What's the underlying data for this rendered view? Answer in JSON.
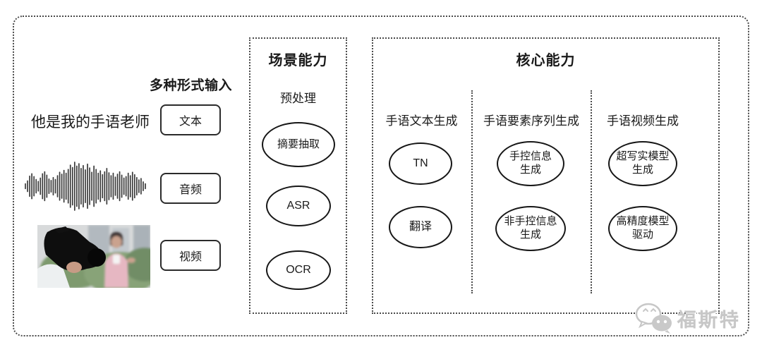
{
  "input_section": {
    "title": "多种形式输入",
    "sample_text": "他是我的手语老师",
    "types": [
      "文本",
      "音频",
      "视频"
    ]
  },
  "scene_panel": {
    "title": "场景能力",
    "subtitle": "预处理",
    "ovals": [
      "摘要抽取",
      "ASR",
      "OCR"
    ]
  },
  "core_panel": {
    "title": "核心能力",
    "columns": [
      {
        "header": "手语文本生成",
        "ovals": [
          {
            "lines": [
              "TN"
            ]
          },
          {
            "lines": [
              "翻译"
            ]
          }
        ]
      },
      {
        "header": "手语要素序列生成",
        "ovals": [
          {
            "lines": [
              "手控信息",
              "生成"
            ]
          },
          {
            "lines": [
              "非手控信息",
              "生成"
            ]
          }
        ]
      },
      {
        "header": "手语视频生成",
        "ovals": [
          {
            "lines": [
              "超写实模型",
              "生成"
            ]
          },
          {
            "lines": [
              "高精度模型",
              "驱动"
            ]
          }
        ]
      }
    ]
  },
  "watermark": {
    "icon": "wechat-logo",
    "text": "福斯特"
  },
  "colors": {
    "stroke": "#161616",
    "dotted_border": "#4a4a4a",
    "watermark_gray": "#c7c7c7",
    "waveform": "#3a3a3a"
  },
  "waveform_bars": [
    0.1,
    0.22,
    0.42,
    0.52,
    0.4,
    0.28,
    0.2,
    0.34,
    0.52,
    0.6,
    0.46,
    0.3,
    0.24,
    0.36,
    0.28,
    0.44,
    0.58,
    0.5,
    0.66,
    0.54,
    0.7,
    0.88,
    0.78,
    1.0,
    0.84,
    0.94,
    0.74,
    0.86,
    0.68,
    0.92,
    0.76,
    0.58,
    0.84,
    0.7,
    0.54,
    0.64,
    0.48,
    0.6,
    0.74,
    0.56,
    0.44,
    0.54,
    0.38,
    0.5,
    0.6,
    0.46,
    0.34,
    0.4,
    0.54,
    0.44,
    0.58,
    0.48,
    0.36,
    0.26,
    0.32,
    0.18,
    0.1
  ]
}
